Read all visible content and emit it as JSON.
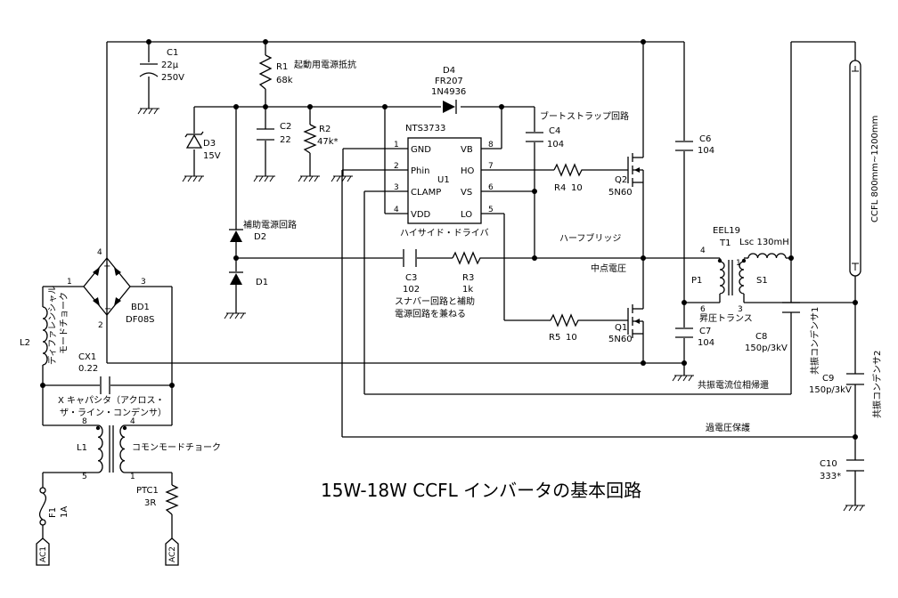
{
  "title": "15W-18W  CCFL  インバータの基本回路",
  "components": {
    "C1": {
      "ref": "C1",
      "value": "22μ",
      "value2": "250V"
    },
    "R1": {
      "ref": "R1",
      "value": "68k",
      "desc": "起動用電源抵抗"
    },
    "C2": {
      "ref": "C2",
      "value": "22"
    },
    "R2": {
      "ref": "R2",
      "value": "47k*"
    },
    "D3": {
      "ref": "D3",
      "value": "15V"
    },
    "D4": {
      "ref": "D4",
      "value": "FR207",
      "value2": "1N4936"
    },
    "C4": {
      "ref": "C4",
      "value": "104",
      "desc": "ブートストラップ回路"
    },
    "C6": {
      "ref": "C6",
      "value": "104"
    },
    "C7": {
      "ref": "C7",
      "value": "104"
    },
    "U1": {
      "ref": "U1",
      "part": "NTS3733",
      "desc": "ハイサイド・ドライバ",
      "pins": [
        {
          "n": "1",
          "name": "GND"
        },
        {
          "n": "2",
          "name": "Phin"
        },
        {
          "n": "3",
          "name": "CLAMP"
        },
        {
          "n": "4",
          "name": "VDD"
        },
        {
          "n": "8",
          "name": "VB"
        },
        {
          "n": "7",
          "name": "HO"
        },
        {
          "n": "6",
          "name": "VS"
        },
        {
          "n": "5",
          "name": "LO"
        }
      ]
    },
    "R4": {
      "ref": "R4",
      "value": "10"
    },
    "R5": {
      "ref": "R5",
      "value": "10"
    },
    "Q2": {
      "ref": "Q2",
      "value": "5N60"
    },
    "Q1": {
      "ref": "Q1",
      "value": "5N60"
    },
    "D2": {
      "ref": "D2",
      "desc": "補助電源回路"
    },
    "D1": {
      "ref": "D1"
    },
    "C3": {
      "ref": "C3",
      "value": "102"
    },
    "R3": {
      "ref": "R3",
      "value": "1k"
    },
    "snubber_note": {
      "line1": "スナバー回路と補助",
      "line2": "電源回路を兼ねる"
    },
    "BD1": {
      "ref": "BD1",
      "value": "DF08S",
      "pins": [
        "4",
        "1",
        "3",
        "2"
      ]
    },
    "L2": {
      "ref": "L2",
      "desc1": "ディファレンシャル",
      "desc2": "モードチョーク"
    },
    "CX1": {
      "ref": "CX1",
      "value": "0.22",
      "desc1": "X キャパシタ（アクロス・",
      "desc2": "ザ・ライン・コンデンサ）"
    },
    "L1": {
      "ref": "L1",
      "desc": "コモンモードチョーク",
      "pins": [
        "8",
        "4",
        "5",
        "1"
      ]
    },
    "F1": {
      "ref": "F1",
      "value": "1A"
    },
    "PTC1": {
      "ref": "PTC1",
      "value": "3R"
    },
    "AC1": {
      "ref": "AC1"
    },
    "AC2": {
      "ref": "AC2"
    },
    "T1": {
      "ref": "T1",
      "core": "EEL19",
      "lsc": "Lsc 130mH",
      "desc": "昇圧トランス",
      "primary": "P1",
      "secondary": "S1",
      "pins": [
        "4",
        "1",
        "6",
        "3"
      ]
    },
    "C8": {
      "ref": "C8",
      "value": "150p/3kV",
      "desc": "共振コンデンサ1"
    },
    "C9": {
      "ref": "C9",
      "value": "150p/3kV",
      "desc": "共振コンデンサ2"
    },
    "C10": {
      "ref": "C10",
      "value": "333*"
    },
    "CCFL": {
      "label": "CCFL 800mm~1200mm"
    }
  },
  "net_labels": {
    "half_bridge": "ハーフブリッジ",
    "midpoint": "中点電圧",
    "phase_feedback": "共振電流位相帰還",
    "overvoltage": "過電圧保護"
  }
}
